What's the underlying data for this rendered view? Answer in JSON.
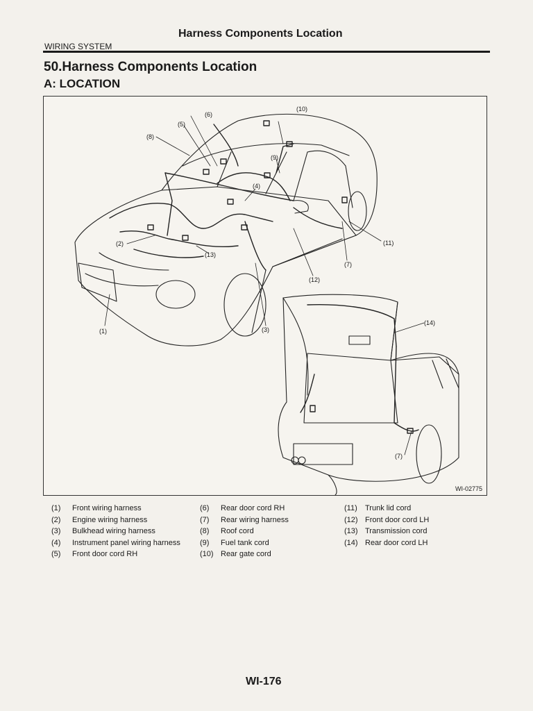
{
  "header": {
    "section": "WIRING SYSTEM",
    "title": "Harness Components Location"
  },
  "page_title": "50.Harness Components Location",
  "page_subtitle": "A: LOCATION",
  "figure": {
    "code": "WI-02775",
    "callouts": {
      "c1": "(1)",
      "c2": "(2)",
      "c3": "(3)",
      "c4": "(4)",
      "c5": "(5)",
      "c6": "(6)",
      "c7a": "(7)",
      "c7b": "(7)",
      "c8": "(8)",
      "c9": "(9)",
      "c10": "(10)",
      "c11": "(11)",
      "c12": "(12)",
      "c13": "(13)",
      "c14": "(14)"
    }
  },
  "legend": {
    "col1": [
      {
        "num": "(1)",
        "label": "Front wiring harness"
      },
      {
        "num": "(2)",
        "label": "Engine wiring harness"
      },
      {
        "num": "(3)",
        "label": "Bulkhead wiring harness"
      },
      {
        "num": "(4)",
        "label": "Instrument panel wiring harness"
      },
      {
        "num": "(5)",
        "label": "Front door cord RH"
      }
    ],
    "col2": [
      {
        "num": "(6)",
        "label": "Rear door cord RH"
      },
      {
        "num": "(7)",
        "label": "Rear wiring harness"
      },
      {
        "num": "(8)",
        "label": "Roof cord"
      },
      {
        "num": "(9)",
        "label": "Fuel tank cord"
      },
      {
        "num": "(10)",
        "label": "Rear gate cord"
      }
    ],
    "col3": [
      {
        "num": "(11)",
        "label": "Trunk lid cord"
      },
      {
        "num": "(12)",
        "label": "Front door cord LH"
      },
      {
        "num": "(13)",
        "label": "Transmission cord"
      },
      {
        "num": "(14)",
        "label": "Rear door cord LH"
      }
    ]
  },
  "page_number": "WI-176"
}
